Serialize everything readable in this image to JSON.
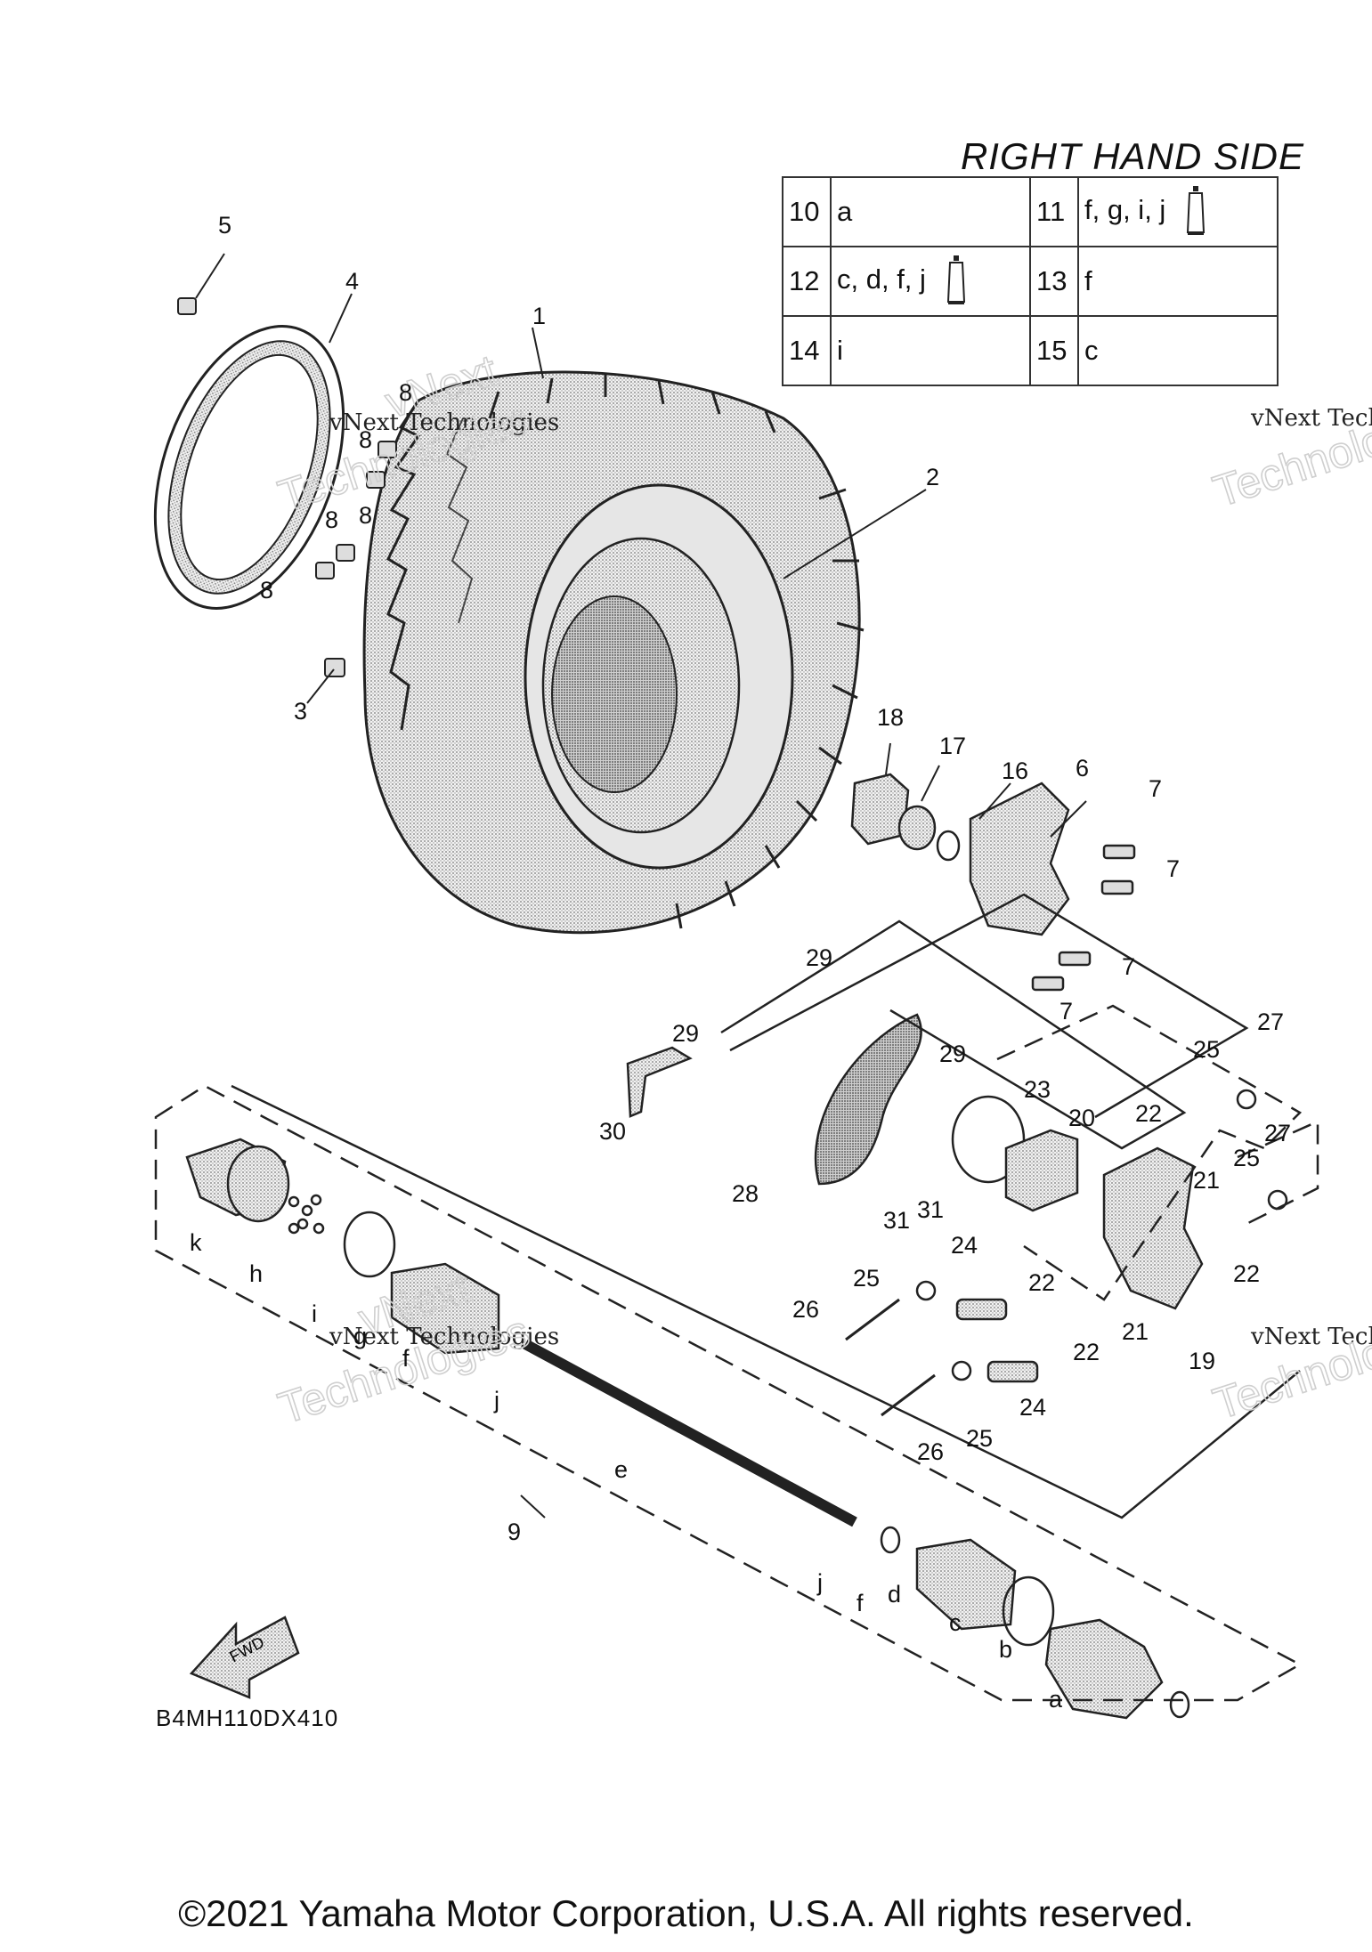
{
  "table_title": "RIGHT HAND SIDE",
  "legend": [
    [
      {
        "num": "10",
        "val": "a",
        "tube": false
      },
      {
        "num": "11",
        "val": "f, g, i, j",
        "tube": true
      }
    ],
    [
      {
        "num": "12",
        "val": "c, d, f, j",
        "tube": true
      },
      {
        "num": "13",
        "val": "f",
        "tube": false
      }
    ],
    [
      {
        "num": "14",
        "val": "i",
        "tube": false
      },
      {
        "num": "15",
        "val": "c",
        "tube": false
      }
    ]
  ],
  "callouts": [
    "1",
    "2",
    "3",
    "4",
    "5",
    "6",
    "7",
    "7",
    "7",
    "7",
    "8",
    "8",
    "8",
    "8",
    "8",
    "9",
    "16",
    "17",
    "18",
    "19",
    "20",
    "21",
    "21",
    "22",
    "22",
    "22",
    "22",
    "23",
    "24",
    "24",
    "25",
    "25",
    "25",
    "25",
    "26",
    "26",
    "27",
    "27",
    "28",
    "29",
    "29",
    "29",
    "30",
    "31",
    "31",
    "a",
    "b",
    "c",
    "d",
    "e",
    "f",
    "f",
    "g",
    "h",
    "i",
    "j",
    "j",
    "k"
  ],
  "watermark": {
    "line1": "vNext Technologies",
    "line2": "vNext",
    "line3": "Technologies"
  },
  "diagram_code": "B4MH110DX410",
  "fwd_label": "FWD",
  "copyright": "©2021 Yamaha Motor Corporation, U.S.A. All rights reserved.",
  "icons": [
    "grease-tube-icon",
    "fwd-arrow-icon"
  ]
}
